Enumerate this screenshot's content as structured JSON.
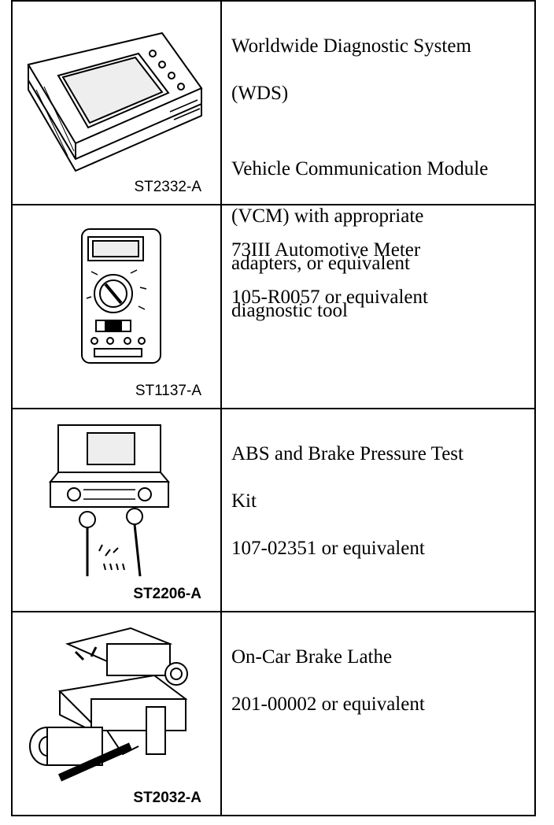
{
  "rows": [
    {
      "figure_code": "ST2332-A",
      "figure_icon": "diagnostic-tablet",
      "text": [
        [
          "Worldwide Diagnostic System",
          "(WDS)"
        ],
        [
          "Vehicle Communication Module",
          "(VCM) with appropriate",
          "adapters, or equivalent",
          "diagnostic tool"
        ]
      ]
    },
    {
      "figure_code": "ST1137-A",
      "figure_icon": "multimeter",
      "text": [
        [
          "73III Automotive Meter",
          "105-R0057 or equivalent"
        ]
      ]
    },
    {
      "figure_code": "ST2206-A",
      "figure_icon": "pressure-test-kit",
      "text": [
        [
          "ABS and Brake Pressure Test",
          "Kit",
          "107-02351 or equivalent"
        ]
      ]
    },
    {
      "figure_code": "ST2032-A",
      "figure_icon": "brake-lathe",
      "text": [
        [
          "On-Car Brake Lathe",
          "201-00002 or equivalent"
        ]
      ]
    }
  ]
}
